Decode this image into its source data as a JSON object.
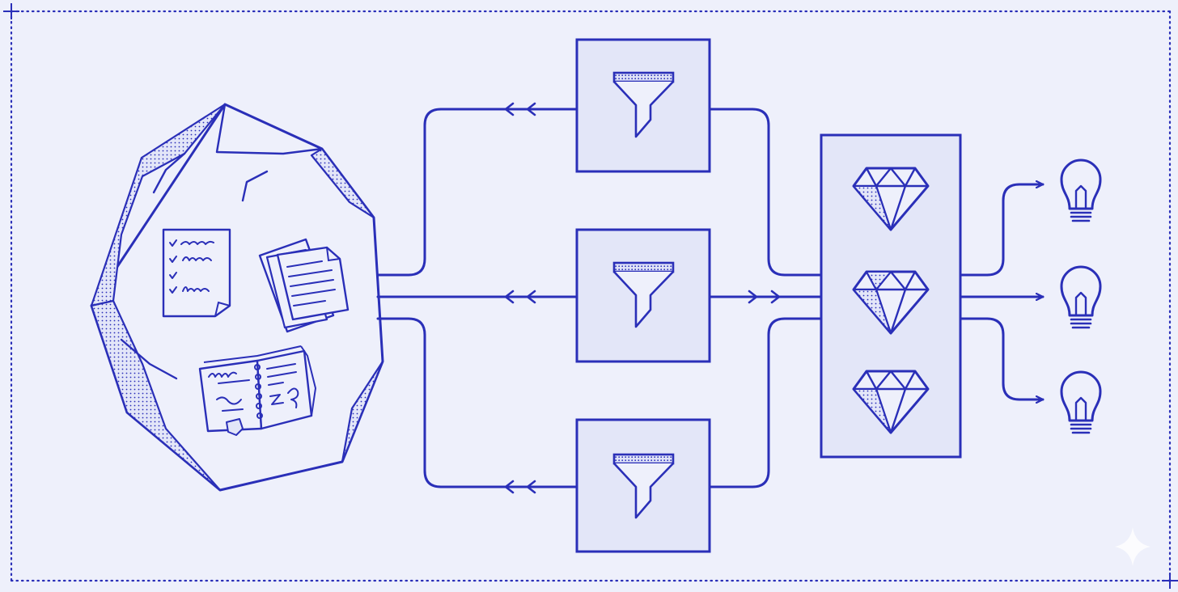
{
  "colors": {
    "background": "#eef0fb",
    "ink": "#2a2fb8",
    "box_fill": "#e3e6f8",
    "rock_fill": "#e6e9fa"
  },
  "icons": {
    "source": "rock-with-documents-icon",
    "filters": [
      "funnel-icon",
      "funnel-icon",
      "funnel-icon"
    ],
    "gems": [
      "diamond-icon",
      "diamond-icon",
      "diamond-icon"
    ],
    "insights": [
      "lightbulb-icon",
      "lightbulb-icon",
      "lightbulb-icon"
    ]
  },
  "diagram": {
    "source": "raw-data-rock",
    "filter_count": 3,
    "gem_count": 3,
    "insight_count": 3,
    "flow": [
      "rock",
      "filters",
      "gems",
      "insights"
    ]
  }
}
